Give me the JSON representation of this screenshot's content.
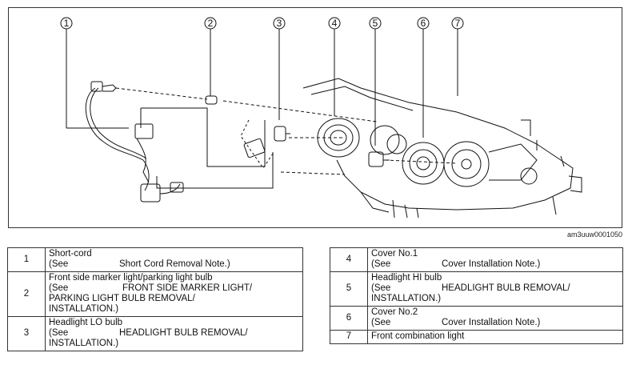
{
  "figure": {
    "callouts": [
      "1",
      "2",
      "3",
      "4",
      "5",
      "6",
      "7"
    ],
    "figure_id": "am3uuw0001050"
  },
  "legend_left": [
    {
      "num": "1",
      "title": "Short-cord",
      "see": "(See",
      "ref": "Short Cord Removal Note.)",
      "ref2": ""
    },
    {
      "num": "2",
      "title": "Front side marker light/parking light bulb",
      "see": "(See",
      "ref": "FRONT SIDE MARKER LIGHT/",
      "ref2": "PARKING LIGHT BULB REMOVAL/",
      "ref3": "INSTALLATION.)"
    },
    {
      "num": "3",
      "title": "Headlight LO bulb",
      "see": "(See",
      "ref": "HEADLIGHT BULB REMOVAL/",
      "ref2": "INSTALLATION.)"
    }
  ],
  "legend_right": [
    {
      "num": "4",
      "title": "Cover No.1",
      "see": "(See",
      "ref": "Cover Installation Note.)"
    },
    {
      "num": "5",
      "title": "Headlight HI bulb",
      "see": "(See",
      "ref": "HEADLIGHT BULB REMOVAL/",
      "ref2": "INSTALLATION.)"
    },
    {
      "num": "6",
      "title": "Cover No.2",
      "see": "(See",
      "ref": "Cover Installation Note.)"
    },
    {
      "num": "7",
      "title": "Front combination light"
    }
  ]
}
